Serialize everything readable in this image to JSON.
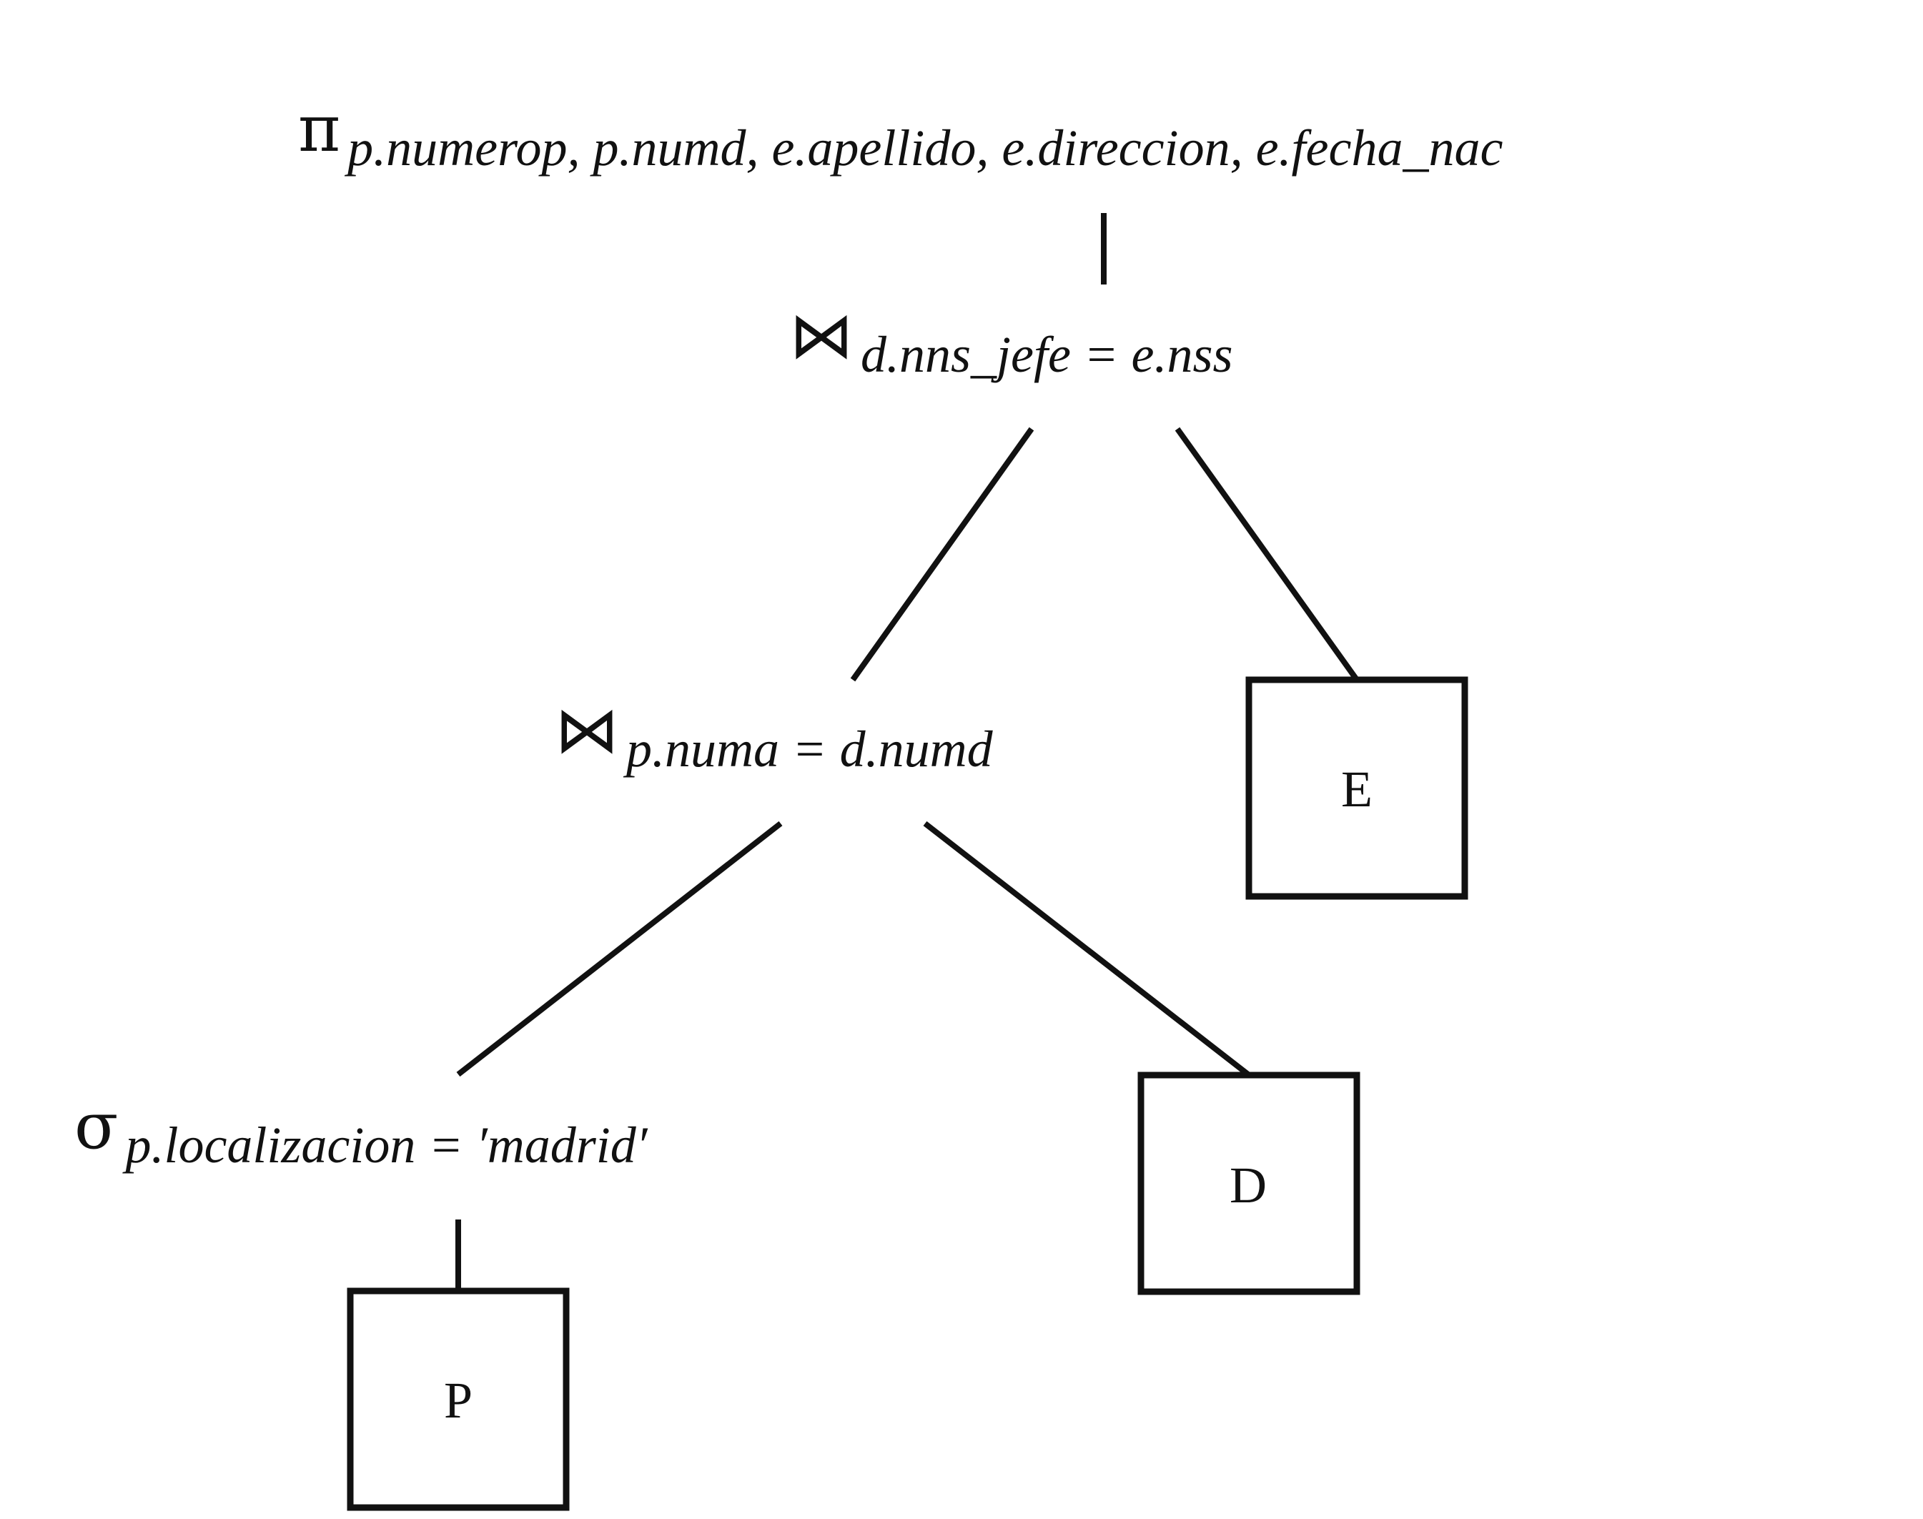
{
  "tree": {
    "projection": {
      "symbol": "π",
      "condition": "p.numerop, p.numd, e.apellido, e.direccion, e.fecha_nac"
    },
    "join_top": {
      "symbol": "⋈",
      "condition": "d.nns_jefe = e.nss"
    },
    "join_bottom": {
      "symbol": "⋈",
      "condition": "p.numa = d.numd"
    },
    "selection": {
      "symbol": "σ",
      "condition": "p.localizacion = ′madrid′"
    },
    "relations": {
      "E": "E",
      "D": "D",
      "P": "P"
    }
  }
}
